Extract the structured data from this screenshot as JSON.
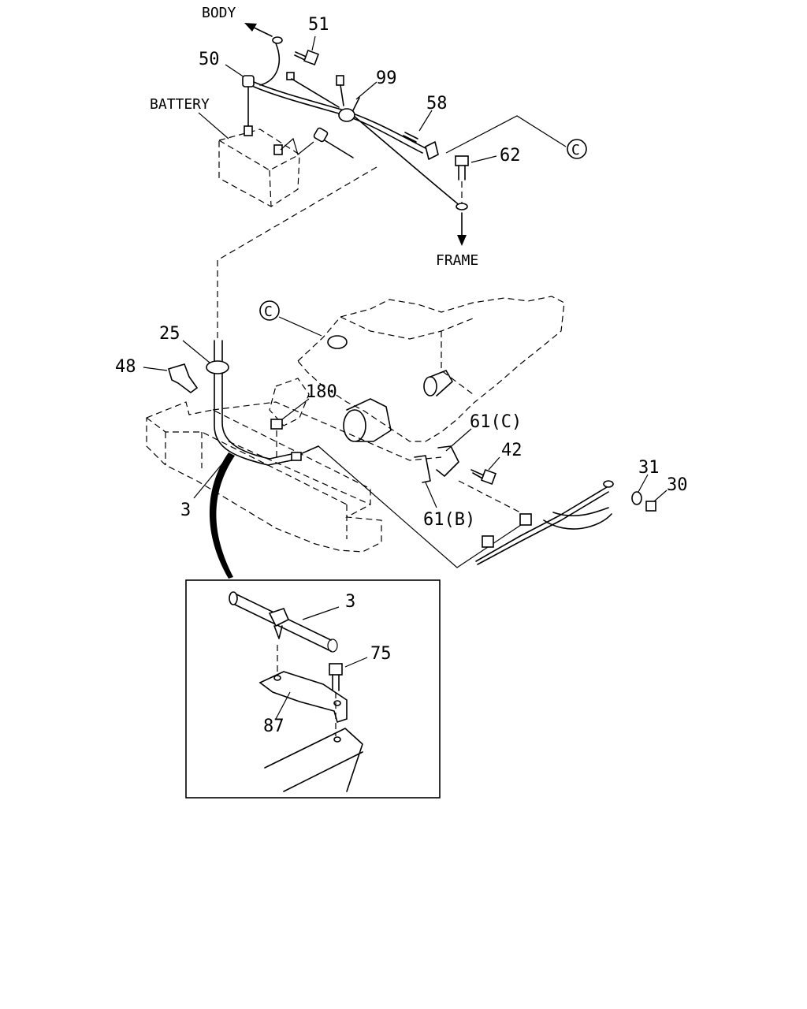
{
  "labels": {
    "body": "BODY",
    "battery": "BATTERY",
    "frame": "FRAME",
    "c_ref": "C",
    "p51": "51",
    "p50": "50",
    "p99": "99",
    "p58": "58",
    "p62": "62",
    "p25": "25",
    "p48": "48",
    "p180": "180",
    "p3": "3",
    "p61c": "61(C)",
    "p42": "42",
    "p61b": "61(B)",
    "p31": "31",
    "p30": "30",
    "inset_p3": "3",
    "inset_p75": "75",
    "inset_p87": "87"
  }
}
